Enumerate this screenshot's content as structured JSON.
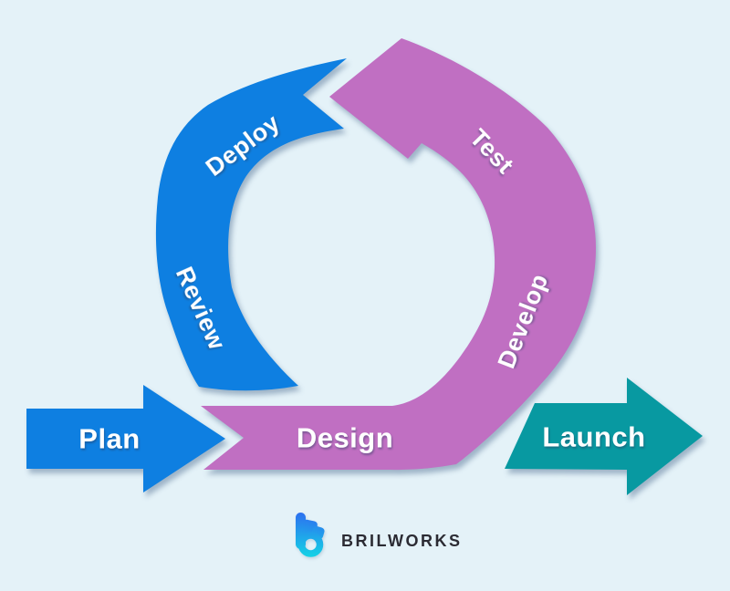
{
  "diagram": {
    "labels": {
      "plan": "Plan",
      "design": "Design",
      "launch": "Launch",
      "review": "Review",
      "deploy": "Deploy",
      "test": "Test",
      "develop": "Develop"
    },
    "colors": {
      "background": "#e4f2f8",
      "blue": "#0e7fe1",
      "purple": "#c06fc2",
      "teal": "#0899a1",
      "label_text": "#ffffff"
    }
  },
  "footer": {
    "brand_name": "BRILWORKS",
    "brand_text_color": "#2b2b33",
    "logo_gradient_top": "#2e6cf0",
    "logo_gradient_bottom": "#13d5e5"
  }
}
